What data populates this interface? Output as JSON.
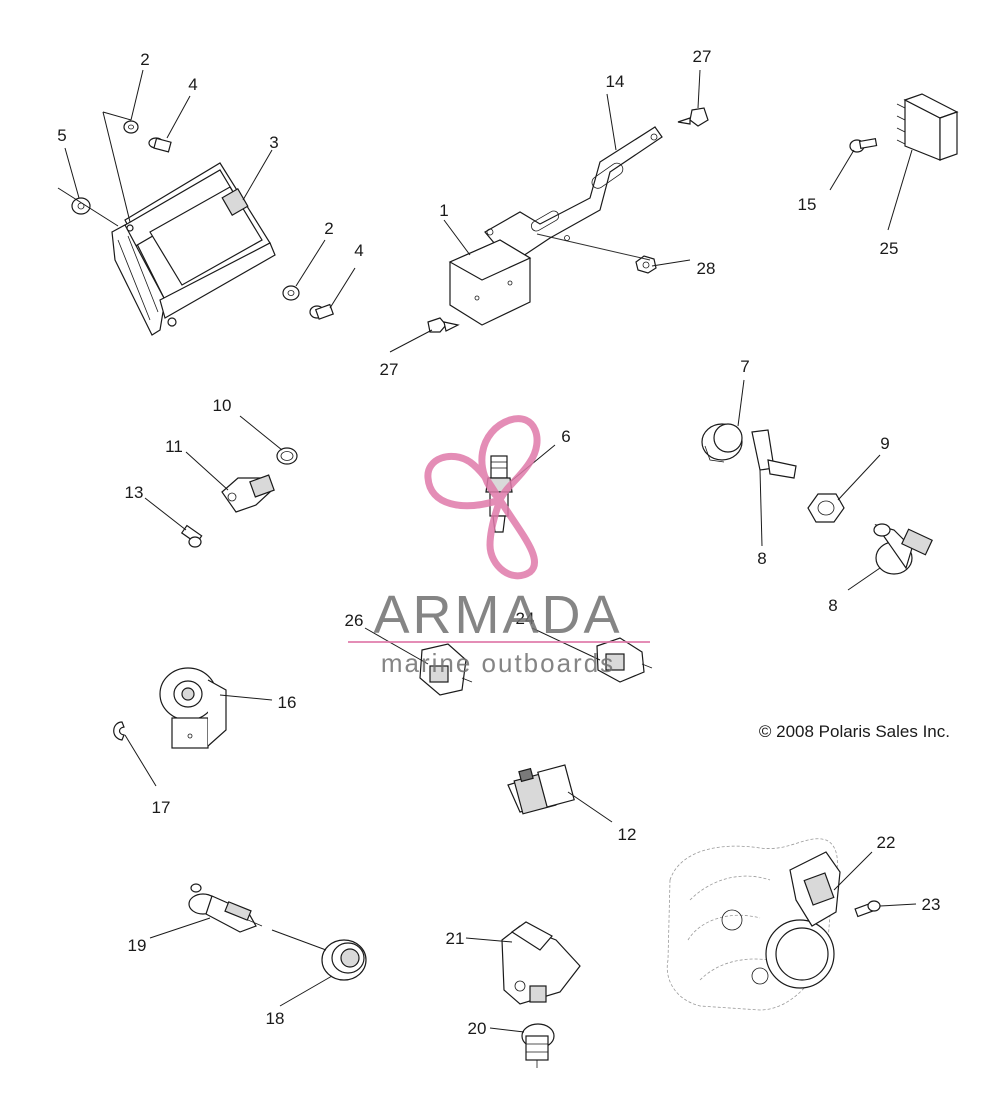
{
  "callouts": {
    "c1": "1",
    "c2a": "2",
    "c2b": "2",
    "c3": "3",
    "c4a": "4",
    "c4b": "4",
    "c5": "5",
    "c6": "6",
    "c7": "7",
    "c8a": "8",
    "c8b": "8",
    "c9": "9",
    "c10": "10",
    "c11": "11",
    "c12": "12",
    "c13": "13",
    "c14": "14",
    "c15": "15",
    "c16": "16",
    "c17": "17",
    "c18": "18",
    "c19": "19",
    "c20": "20",
    "c21": "21",
    "c22": "22",
    "c23": "23",
    "c24": "24",
    "c25": "25",
    "c26": "26",
    "c27a": "27",
    "c27b": "27",
    "c28": "28"
  },
  "copyright": "© 2008 Polaris Sales Inc.",
  "watermark": {
    "title": "ARMADA",
    "subtitle": "marine outboards",
    "color": "#e07aaa"
  },
  "colors": {
    "line": "#1a1a1a",
    "background": "#ffffff"
  }
}
